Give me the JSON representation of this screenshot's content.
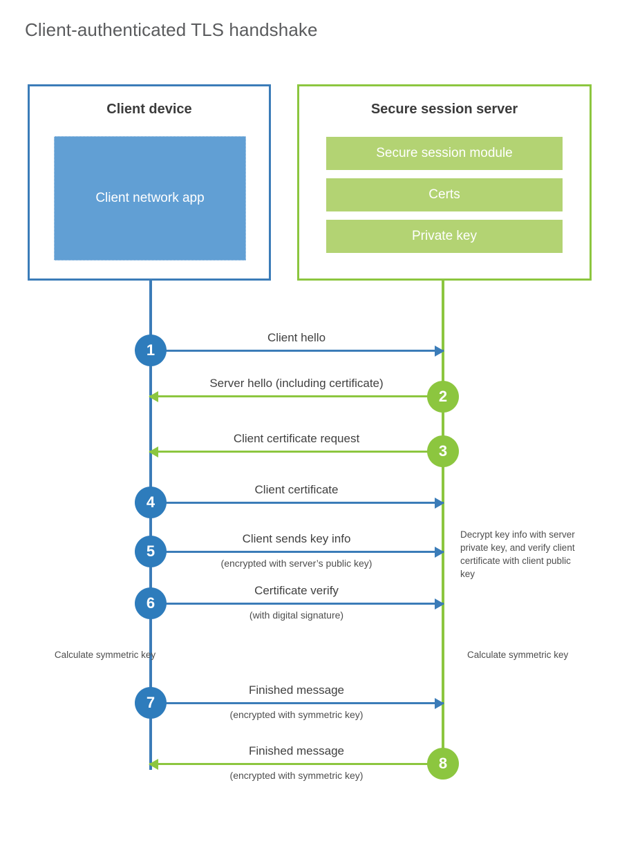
{
  "title": "Client-authenticated TLS handshake",
  "colors": {
    "client_accent": "#3b7cb8",
    "client_badge": "#2e7cbc",
    "client_app_fill": "#619fd4",
    "server_accent": "#8cc63f",
    "server_item_fill": "#b3d373",
    "title_text": "#5a5b5d",
    "label_text": "#404040"
  },
  "parties": {
    "client": {
      "title": "Client device",
      "app_label": "Client network app"
    },
    "server": {
      "title": "Secure session server",
      "items": [
        {
          "label": "Secure session module"
        },
        {
          "label": "Certs"
        },
        {
          "label": "Private key"
        }
      ]
    }
  },
  "notes": {
    "server_decrypt": "Decrypt key info with server private key, and verify client certificate with client public key",
    "client_calculate": "Calculate symmetric key",
    "server_calculate": "Calculate symmetric key"
  },
  "steps": [
    {
      "number": "1",
      "label": "Client hello",
      "sublabel": "",
      "direction": "to-server"
    },
    {
      "number": "2",
      "label": "Server hello (including certificate)",
      "sublabel": "",
      "direction": "to-client"
    },
    {
      "number": "3",
      "label": "Client certificate request",
      "sublabel": "",
      "direction": "to-client"
    },
    {
      "number": "4",
      "label": "Client certificate",
      "sublabel": "",
      "direction": "to-server"
    },
    {
      "number": "5",
      "label": "Client sends key info",
      "sublabel": "(encrypted with server’s public key)",
      "direction": "to-server"
    },
    {
      "number": "6",
      "label": "Certificate verify",
      "sublabel": "(with digital signature)",
      "direction": "to-server"
    },
    {
      "number": "7",
      "label": "Finished message",
      "sublabel": "(encrypted with symmetric key)",
      "direction": "to-server"
    },
    {
      "number": "8",
      "label": "Finished message",
      "sublabel": "(encrypted with symmetric key)",
      "direction": "to-client"
    }
  ]
}
